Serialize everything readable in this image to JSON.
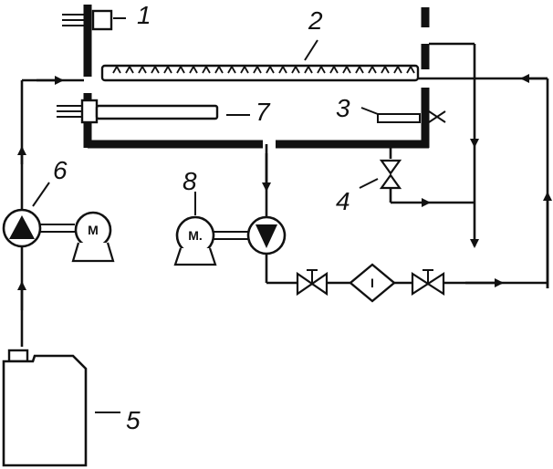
{
  "labels": {
    "n1": "1",
    "n2": "2",
    "n3": "3",
    "n4": "4",
    "n5": "5",
    "n6": "6",
    "n7": "7",
    "n8": "8"
  },
  "motors": {
    "left": "M",
    "right": "M."
  },
  "filter_mark": "I"
}
